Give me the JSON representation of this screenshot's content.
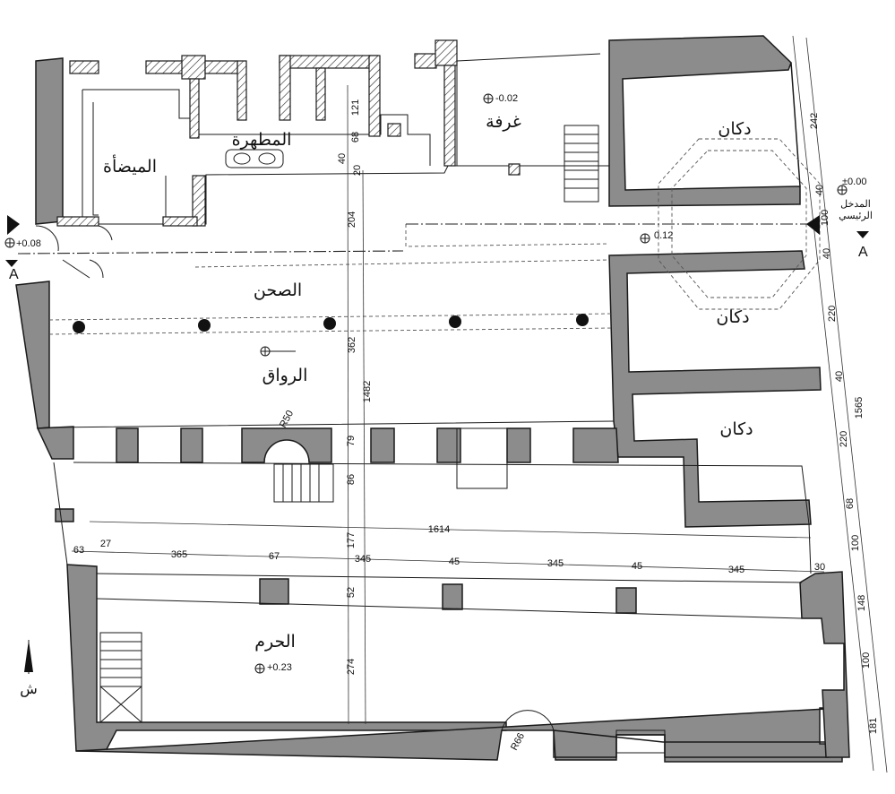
{
  "rooms": {
    "ablution": "الميضأة",
    "toilets": "المطهرة",
    "room": "غرفة",
    "shop1": "دكان",
    "shop2": "دكان",
    "shop3": "دكان",
    "courtyard": "الصحن",
    "arcade": "الرواق",
    "prayer_hall": "الحرم",
    "main_entrance_1": "المدخل",
    "main_entrance_2": "الرئيسي"
  },
  "levels": {
    "entrance_left": "+0.08",
    "room": "-0.02",
    "entrance_main": "±0.00",
    "court": "0.12",
    "haram": "+0.23"
  },
  "section": {
    "left": "A",
    "right": "A"
  },
  "north": "ش",
  "radii": {
    "r1": "R50",
    "r2": "R66"
  },
  "dims_vertical_center": [
    "121",
    "68",
    "40",
    "20",
    "204",
    "362",
    "1482",
    "79",
    "86",
    "177",
    "52",
    "274"
  ],
  "dims_horizontal": [
    "63",
    "27",
    "365",
    "67",
    "345",
    "45",
    "345",
    "45",
    "345",
    "30",
    "1614"
  ],
  "dims_right": [
    "242",
    "40",
    "100",
    "40",
    "220",
    "40",
    "1565",
    "220",
    "68",
    "100",
    "148",
    "100",
    "181"
  ]
}
